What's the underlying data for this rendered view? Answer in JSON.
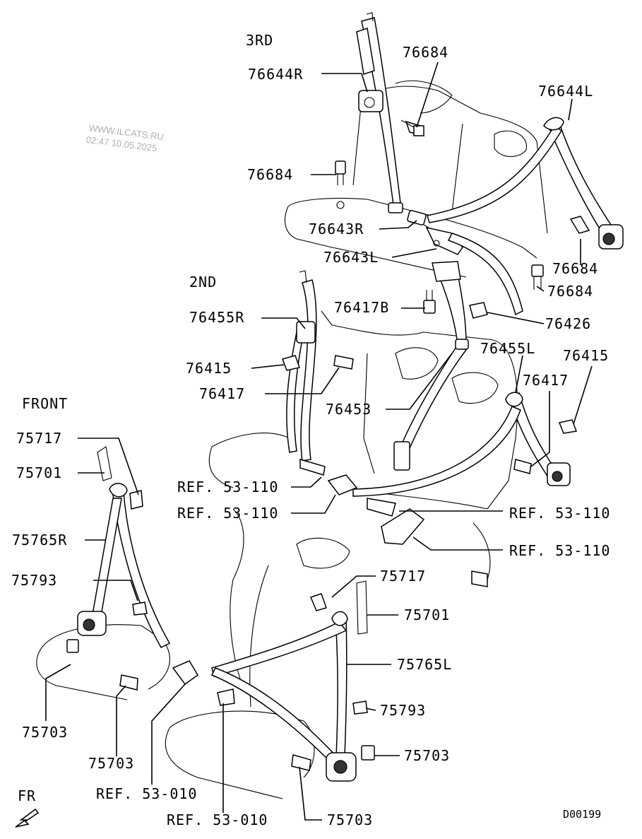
{
  "watermark": {
    "line1": "WWW.ILCATS.RU",
    "line2": "02:47 10.05.2025"
  },
  "sections": {
    "third": "3RD",
    "second": "2ND",
    "front": "FRONT"
  },
  "direction": {
    "label": "FR"
  },
  "diagram_code": "D00199",
  "labels": {
    "p76684_a": "76684",
    "p76644R": "76644R",
    "p76644L": "76644L",
    "p76684_b": "76684",
    "p76643R": "76643R",
    "p76643L": "76643L",
    "p76684_c": "76684",
    "p76684_d": "76684",
    "p76455R": "76455R",
    "p76417B": "76417B",
    "p76426": "76426",
    "p76415_a": "76415",
    "p76417_a": "76417",
    "p76455L": "76455L",
    "p76415_b": "76415",
    "p76417_b": "76417",
    "p76453": "76453",
    "p75717_a": "75717",
    "p75701_a": "75701",
    "ref53110_a": "REF. 53-110",
    "ref53110_b": "REF. 53-110",
    "ref53110_c": "REF. 53-110",
    "ref53110_d": "REF. 53-110",
    "p75765R": "75765R",
    "p75793_a": "75793",
    "p75717_b": "75717",
    "p75701_b": "75701",
    "p75765L": "75765L",
    "p75793_b": "75793",
    "p75703_a": "75703",
    "p75703_b": "75703",
    "p75703_c": "75703",
    "p75703_d": "75703",
    "ref53010_a": "REF. 53-010",
    "ref53010_b": "REF. 53-010"
  }
}
